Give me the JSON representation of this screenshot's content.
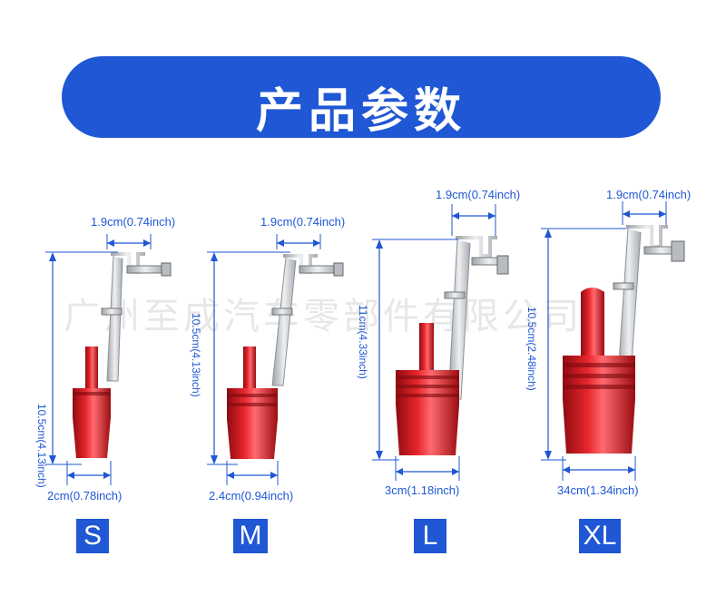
{
  "banner": {
    "title": "产品参数"
  },
  "watermark": "广州至成汽车零部件有限公司",
  "products": [
    {
      "size": "S",
      "top_dim": "1.9cm(0.74inch)",
      "height_dim": "10.5cm(4.13inch)",
      "bottom_dim": "2cm(0.78inch)"
    },
    {
      "size": "M",
      "top_dim": "1.9cm(0.74inch)",
      "height_dim": "10.5cm(4.13inch)",
      "bottom_dim": "2.4cm(0.94inch)"
    },
    {
      "size": "L",
      "top_dim": "1.9cm(0.74inch)",
      "height_dim": "11cm(4.33inch)",
      "bottom_dim": "3cm(1.18inch)"
    },
    {
      "size": "XL",
      "top_dim": "1.9cm(0.74inch)",
      "height_dim": "10.5cm(2.48inch)",
      "bottom_dim": "34cm(1.34inch)"
    }
  ],
  "colors": {
    "accent": "#1f57d4",
    "product_red": "#d6141c",
    "bracket": "#c9cdd2"
  }
}
